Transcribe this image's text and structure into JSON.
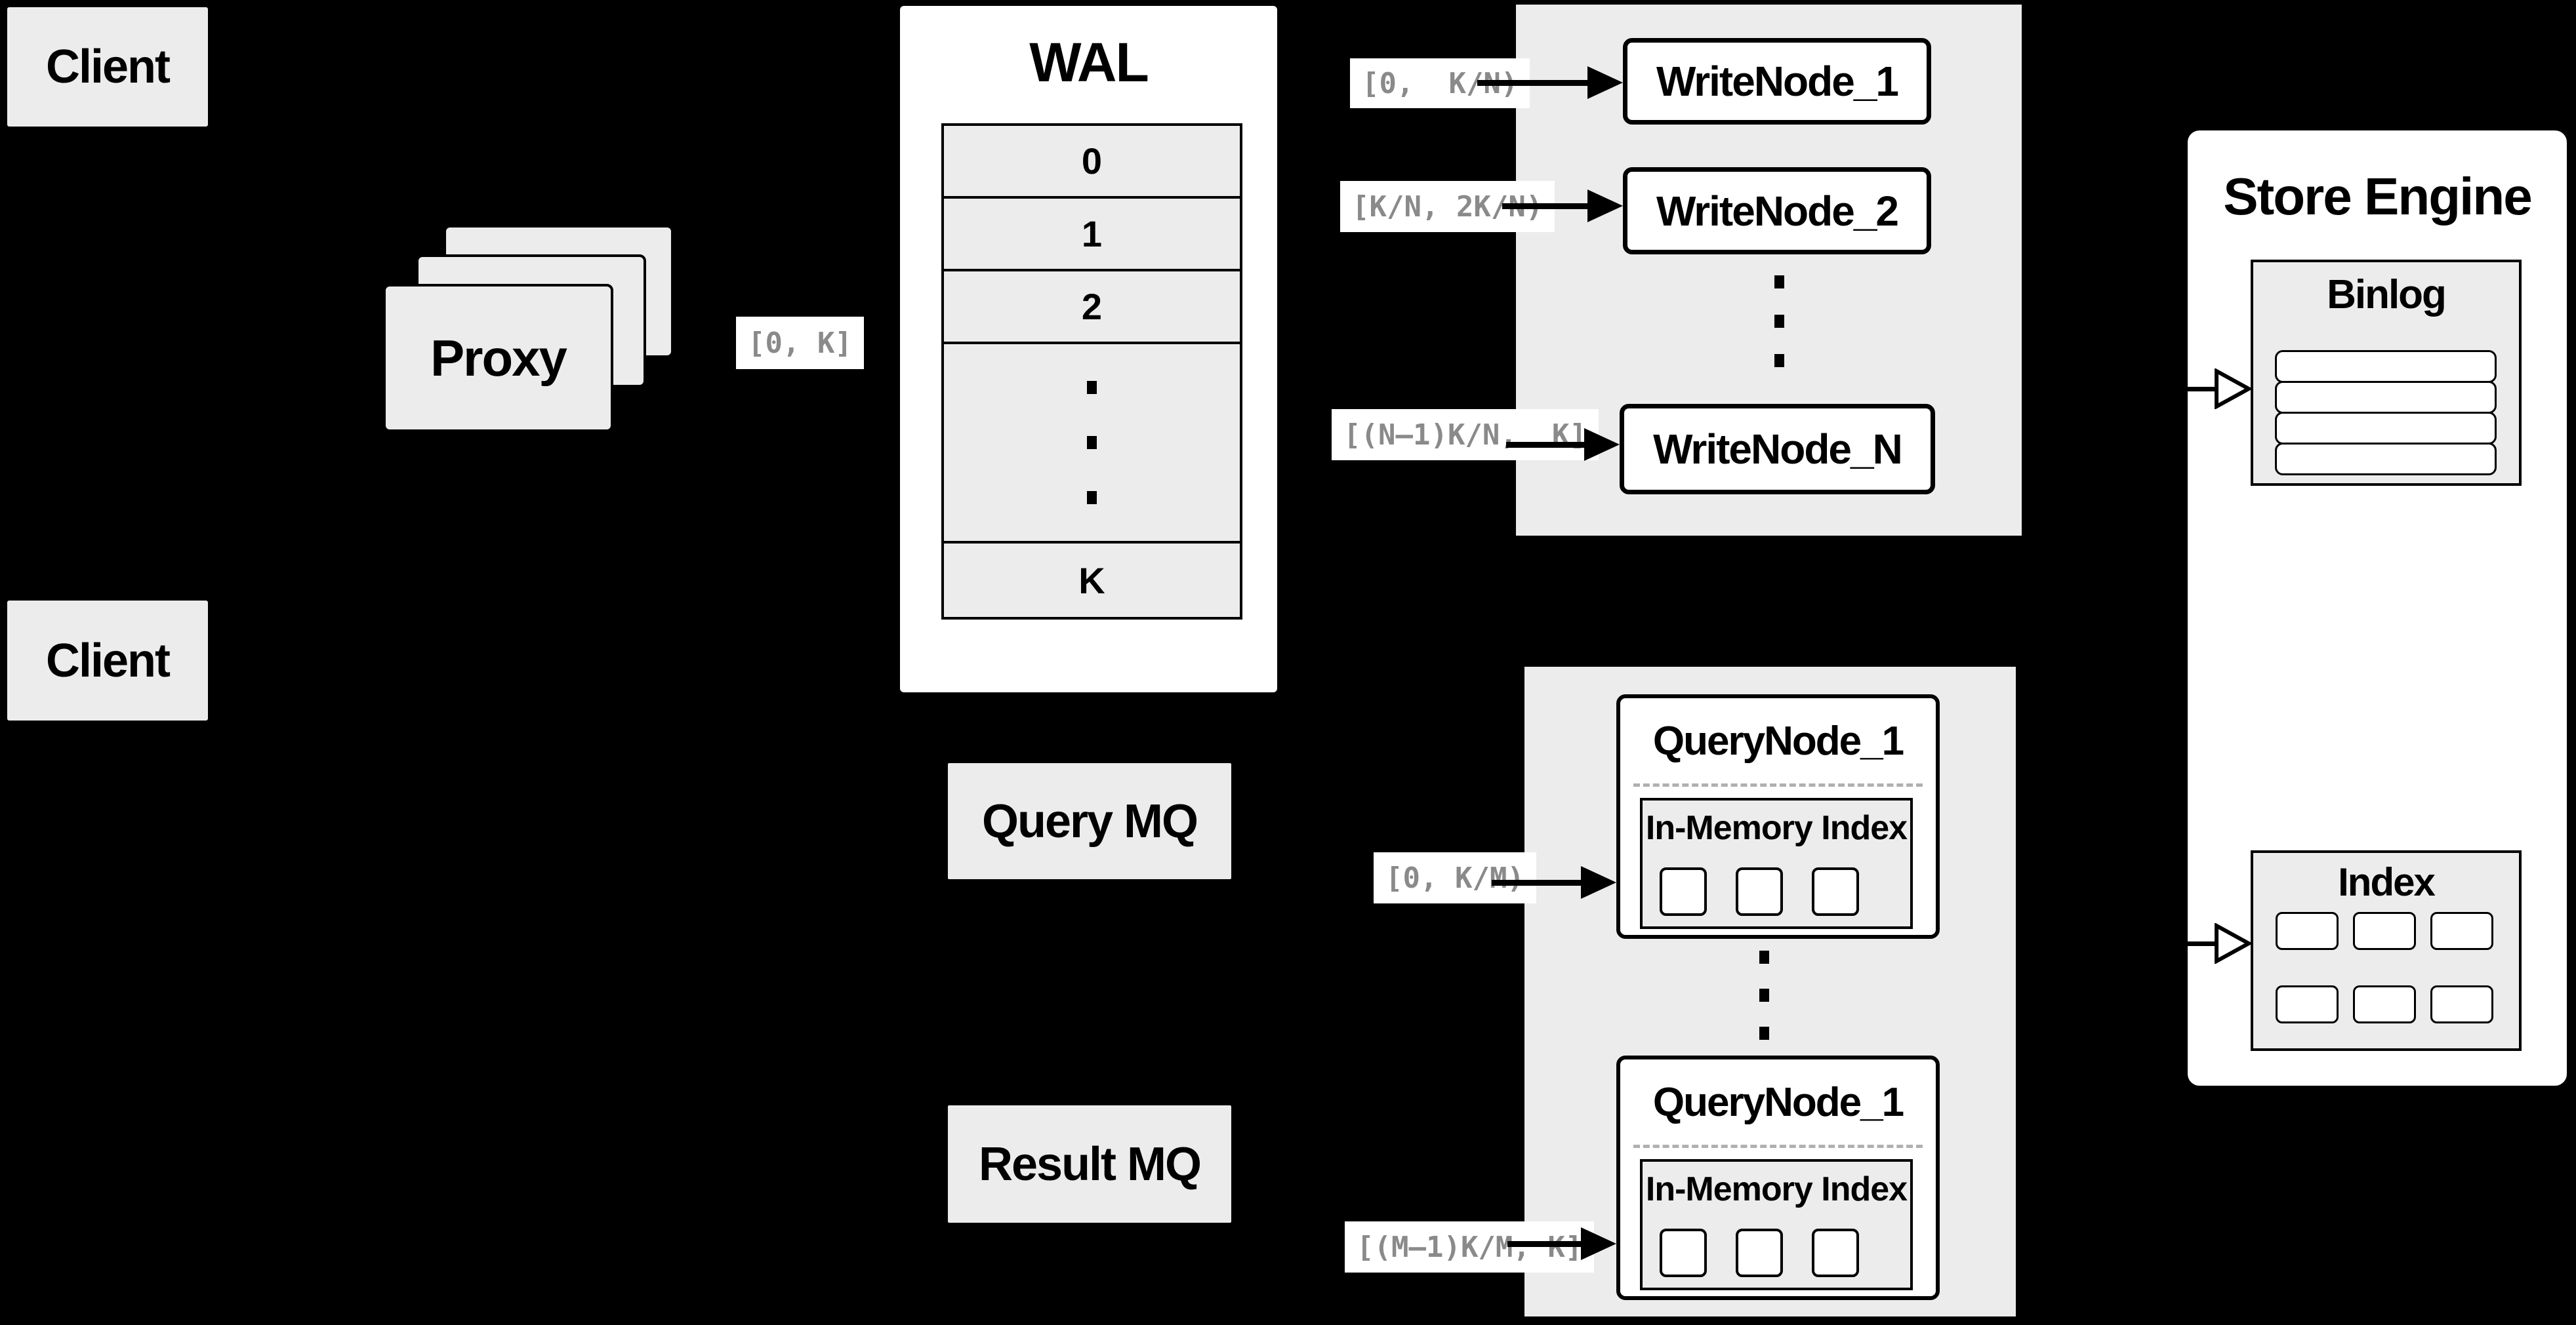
{
  "colors": {
    "background": "#000000",
    "panel_fill": "#ececec",
    "box_fill": "#ffffff",
    "line": "#000000",
    "edge_label_text": "#8a8a8a"
  },
  "clients": {
    "top_label": "Client",
    "bottom_label": "Client"
  },
  "proxy": {
    "label": "Proxy"
  },
  "edge_labels": {
    "proxy_to_wal": "[0, K]",
    "to_writenode_1": "[0,  K/N)",
    "to_writenode_2": "[K/N, 2K/N)",
    "to_writenode_n": "[(N–1)K/N,  K]",
    "to_querynode_1": "[0, K/M)",
    "to_querynode_m": "[(M–1)K/M, K]"
  },
  "wal": {
    "title": "WAL",
    "segments": [
      "0",
      "1",
      "2"
    ],
    "last_segment": "K"
  },
  "write_nodes": {
    "node_1": "WriteNode_1",
    "node_2": "WriteNode_2",
    "node_n": "WriteNode_N"
  },
  "mq": {
    "query_label": "Query MQ",
    "result_label": "Result MQ"
  },
  "query_nodes": {
    "node_1_title": "QueryNode_1",
    "node_2_title": "QueryNode_1",
    "in_memory_label_1": "In-Memory Index",
    "in_memory_label_2": "In-Memory Index"
  },
  "store_engine": {
    "title": "Store Engine",
    "binlog_title": "Binlog",
    "index_title": "Index"
  }
}
